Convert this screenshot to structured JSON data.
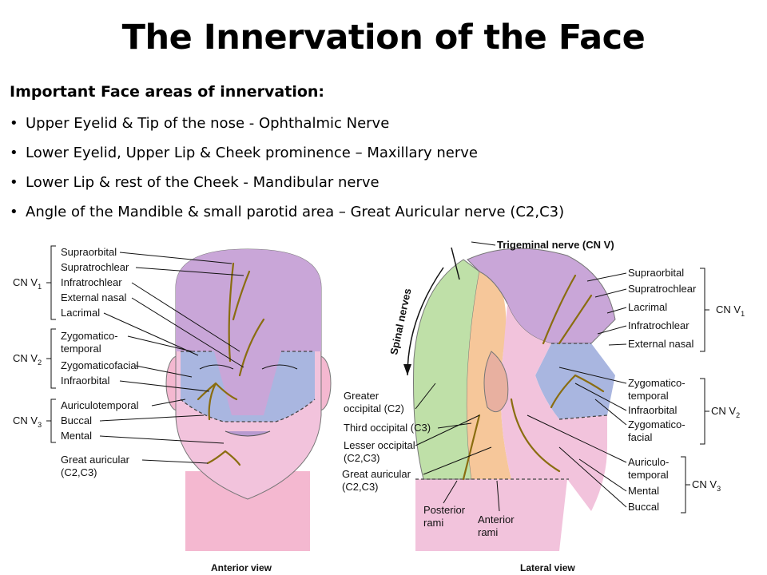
{
  "title": "The Innervation of the Face",
  "subtitle": "Important Face areas of innervation:",
  "bullets": [
    "Upper Eyelid & Tip of the nose - Ophthalmic Nerve",
    "Lower Eyelid, Upper Lip & Cheek prominence – Maxillary nerve",
    "Lower Lip & rest of the Cheek - Mandibular nerve",
    "Angle of the Mandible & small parotid area – Great Auricular nerve (C2,C3)"
  ],
  "anterior": {
    "view_label": "Anterior view",
    "groups": {
      "v1": "CN V",
      "v2": "CN V",
      "v3": "CN V",
      "v1_sub": "1",
      "v2_sub": "2",
      "v3_sub": "3"
    },
    "labels": {
      "supraorbital": "Supraorbital",
      "supratrochlear": "Supratrochlear",
      "infratrochlear": "Infratrochlear",
      "external_nasal": "External nasal",
      "lacrimal": "Lacrimal",
      "zygomatico_1": "Zygomatico-",
      "zygomatico_2": "temporal",
      "zygomaticofacial": "Zygomaticofacial",
      "infraorbital": "Infraorbital",
      "auriculotemporal": "Auriculotemporal",
      "buccal": "Buccal",
      "mental": "Mental",
      "great_auricular_1": "Great auricular",
      "great_auricular_2": "(C2,C3)"
    }
  },
  "lateral": {
    "view_label": "Lateral view",
    "trigeminal": "Trigeminal nerve (CN V)",
    "spinal": "Spinal nerves",
    "groups": {
      "v1": "CN V",
      "v2": "CN V",
      "v3": "CN V",
      "v1_sub": "1",
      "v2_sub": "2",
      "v3_sub": "3"
    },
    "labels": {
      "supraorbital": "Supraorbital",
      "supratrochlear": "Supratrochlear",
      "lacrimal": "Lacrimal",
      "infratrochlear": "Infratrochlear",
      "external_nasal": "External nasal",
      "zygomatico_1": "Zygomatico-",
      "zygomatico_2": "temporal",
      "infraorbital": "Infraorbital",
      "zygomaticofacial_1": "Zygomatico-",
      "zygomaticofacial_2": "facial",
      "auriculo_1": "Auriculo-",
      "auriculo_2": "temporal",
      "mental": "Mental",
      "buccal": "Buccal",
      "greater_occipital_1": "Greater",
      "greater_occipital_2": "occipital (C2)",
      "third_occipital": "Third occipital (C3)",
      "lesser_occipital_1": "Lesser occipital",
      "lesser_occipital_2": "(C2,C3)",
      "great_auricular_1": "Great auricular",
      "great_auricular_2": "(C2,C3)",
      "posterior_rami_1": "Posterior",
      "posterior_rami_2": "rami",
      "anterior_rami_1": "Anterior",
      "anterior_rami_2": "rami"
    }
  },
  "colors": {
    "v1_purple": "#c9a6d8",
    "v2_blue": "#a9b6e0",
    "v3_pink": "#f2c3dc",
    "great_auricular": "#f4b8d0",
    "occipital_green": "#bfe0a8",
    "cervical_orange": "#f6c79a",
    "nerve": "#8a6d10"
  }
}
